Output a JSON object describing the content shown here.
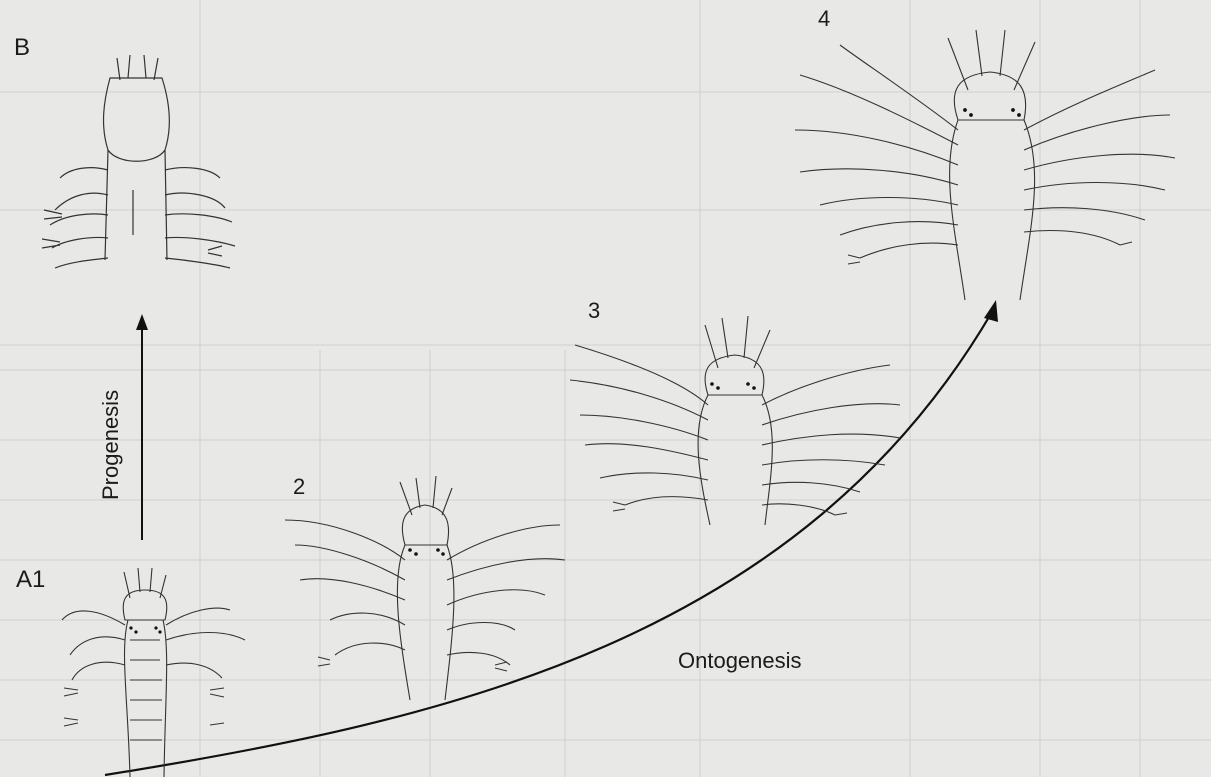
{
  "figure": {
    "panel_label_b": "B",
    "panel_label_a1": "A1",
    "stage_labels": [
      "2",
      "3",
      "4"
    ],
    "arrow_progenesis_label": "Progenesis",
    "arrow_ontogenesis_label": "Ontogenesis"
  },
  "colors": {
    "background": "#e8e8e6",
    "line": "#222222",
    "faint_table": "#c9c9c6"
  },
  "organisms": [
    {
      "id": "stage-b",
      "segments": 5,
      "description": "progenetic adult"
    },
    {
      "id": "stage-a1",
      "segments": 5
    },
    {
      "id": "stage-2",
      "segments": 6
    },
    {
      "id": "stage-3",
      "segments": 7
    },
    {
      "id": "stage-4",
      "segments": 9
    }
  ]
}
